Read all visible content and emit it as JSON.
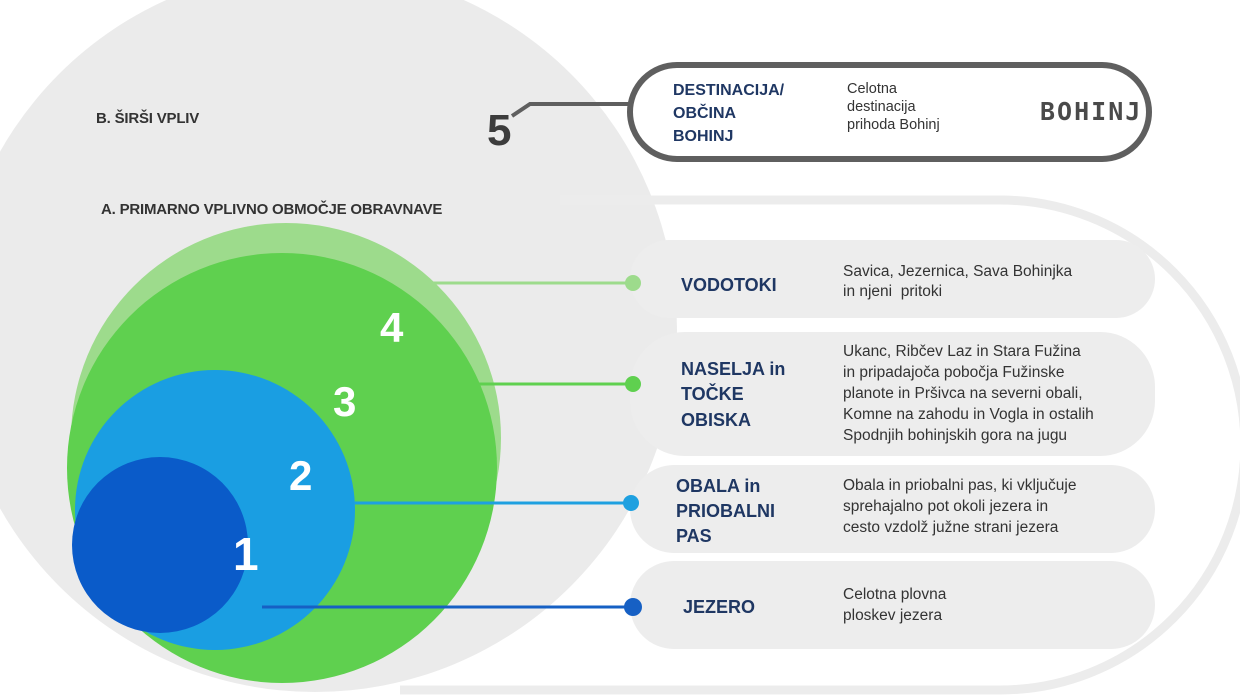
{
  "zones": {
    "b_title": "B. ŠIRŠI VPLIV",
    "a_title": "A. PRIMARNO VPLIVNO OBMOČJE OBRAVNAVE"
  },
  "destination": {
    "number": "5",
    "label_lines": [
      "DESTINACIJA/",
      "OBČINA",
      "BOHINJ"
    ],
    "desc_lines": [
      "Celotna",
      "destinacija",
      "prihoda Bohinj"
    ],
    "brand": "BOHINJ"
  },
  "levels": [
    {
      "number": "1",
      "label_lines": [
        "JEZERO"
      ],
      "desc_lines": [
        "Celotna plovna",
        "ploskev jezera"
      ],
      "color": "#0a5bc9"
    },
    {
      "number": "2",
      "label_lines": [
        "OBALA in",
        "PRIOBALNI",
        "PAS"
      ],
      "desc_lines": [
        "Obala in priobalni pas, ki vključuje",
        "sprehajalno pot okoli jezera in",
        "cesto vzdolž južne strani jezera"
      ],
      "color": "#1a9ee2"
    },
    {
      "number": "3",
      "label_lines": [
        "NASELJA in",
        "TOČKE",
        "OBISKA"
      ],
      "desc_lines": [
        "Ukanc, Ribčev Laz in Stara Fužina",
        "in pripadajoča pobočja Fužinske",
        "planote in Pršivca na severni obali,",
        "Komne na zahodu in Vogla in ostalih",
        "Spodnjih bohinjskih gora na jugu"
      ],
      "color": "#5fd04f"
    },
    {
      "number": "4",
      "label_lines": [
        "VODOTOKI"
      ],
      "desc_lines": [
        "Savica, Jezernica, Sava Bohinjka",
        "in njeni  pritoki"
      ],
      "color": "#9ddb8c"
    }
  ],
  "colors": {
    "background_circle": "#ebebeb",
    "pill": "#ededed",
    "outline": "#5f5f5f",
    "label_text": "#1f3763",
    "circle_1": "#0a5bc9",
    "circle_2": "#1a9ee2",
    "circle_3": "#5fd04f",
    "circle_4": "#9ddb8c",
    "connector_1": "#1660c4",
    "connector_2": "#1ea0e0",
    "connector_3": "#5fd04f",
    "connector_4": "#9ddb8c"
  }
}
